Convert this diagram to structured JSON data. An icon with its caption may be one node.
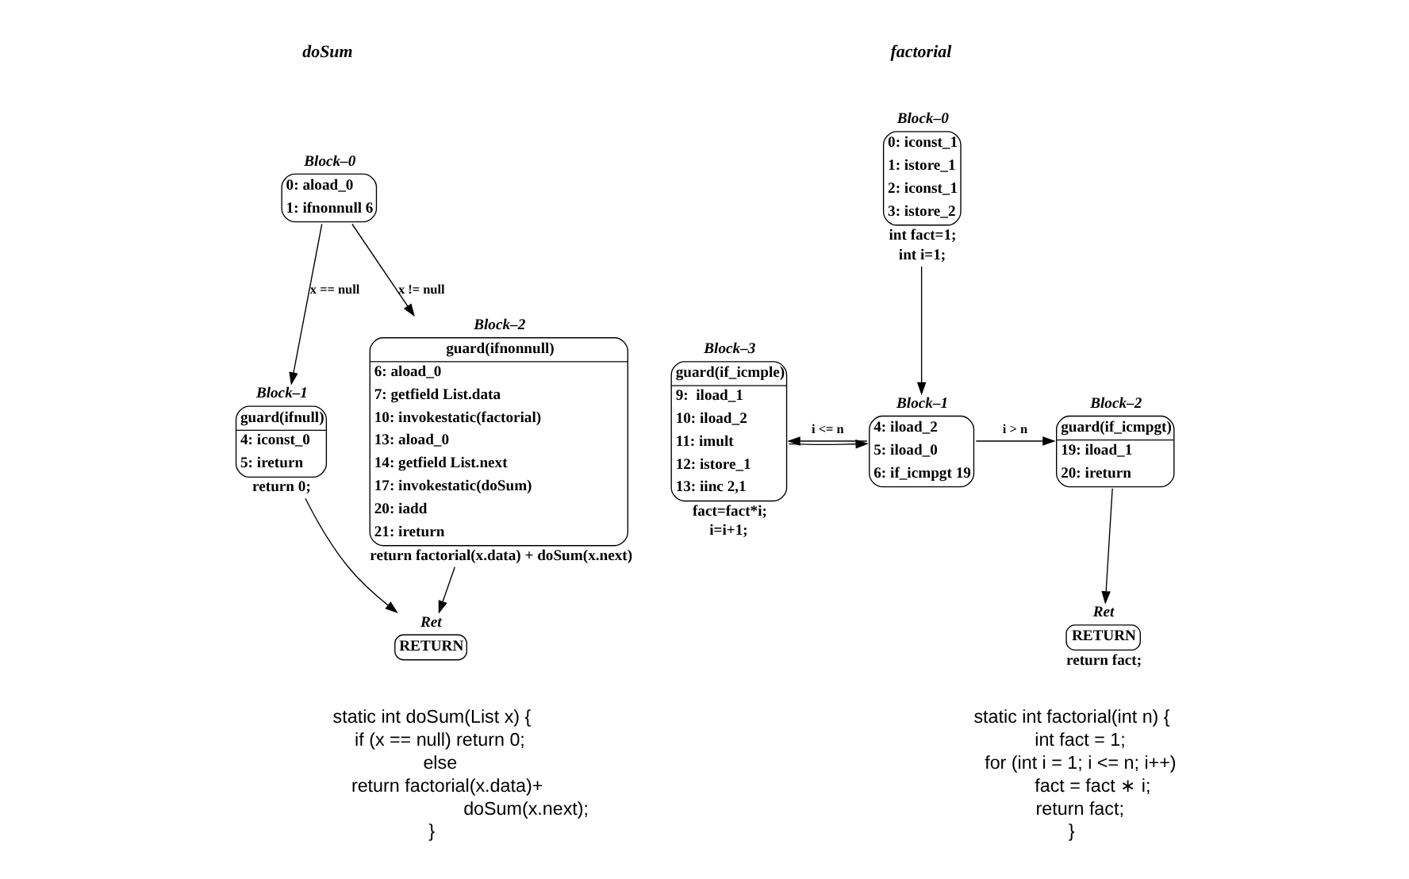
{
  "diagram": {
    "nodes": [
      {
        "text": [
          "Block–0",
          "0: aload_0",
          "1: ifnonnull 6"
        ]
      },
      {
        "text": [
          "Block–1",
          "guard(ifnull)",
          "4: iconst_0",
          "5: ireturn"
        ],
        "beside": [
          "return 0;"
        ]
      },
      {
        "text": [
          "Block–2",
          "guard(ifnonnull)",
          "6: aload_0",
          "7: getfield List.data",
          "10: invokestatic(factorial)",
          "13: aload_0",
          "14: getfield List.next",
          "17: invokestatic(doSum)",
          "20: iadd",
          "21: ireturn"
        ],
        "beside": [
          "return factorial(x.data) + doSum(x.next)"
        ]
      },
      {
        "text": [
          "Ret",
          "RETURN"
        ]
      },
      {
        "text": [
          "Block–0",
          "0: iconst_1",
          "1: istore_1",
          "2: iconst_1",
          "3: istore_2"
        ],
        "beside": [
          "int fact=1;",
          "int i=1;"
        ]
      },
      {
        "text": [
          "Block–1",
          "4: iload_2",
          "5: iload_0",
          "6: if_icmpgt 19"
        ]
      },
      {
        "text": [
          "Block–2",
          "guard(if_icmpgt)",
          "19: iload_1",
          "20: ireturn"
        ]
      },
      {
        "text": [
          "Block–3",
          "guard(if_icmple)",
          "9:  iload_1",
          "10: iload_2",
          "11: imult",
          "12: istore_1",
          "13: iinc 2,1"
        ],
        "beside": [
          "fact=fact*i;",
          "i=i+1;"
        ]
      },
      {
        "text": [
          "Ret",
          "RETURN"
        ],
        "beside": [
          "return fact;"
        ]
      }
    ],
    "edges": [
      {
        "from": 0,
        "to": 1,
        "arrow": "to",
        "label": "x == null"
      },
      {
        "from": 0,
        "to": 2,
        "arrow": "to",
        "label": "x != null"
      },
      {
        "from": 1,
        "to": 3,
        "arrow": "to"
      },
      {
        "from": 2,
        "to": 3,
        "arrow": "to"
      },
      {
        "from": 4,
        "to": 5,
        "arrow": "to"
      },
      {
        "from": 5,
        "to": 7,
        "arrow": "to",
        "label": "i <= n"
      },
      {
        "from": 7,
        "to": 5,
        "arrow": "to"
      },
      {
        "from": 5,
        "to": 6,
        "arrow": "to",
        "label": "i > n"
      },
      {
        "from": 6,
        "to": 8,
        "arrow": "to"
      }
    ],
    "labels": [
      "doSum",
      "factorial",
      "static int doSum(List x) {",
      "if (x == null) return 0;",
      "else",
      "return factorial(x.data)+",
      "doSum(x.next);",
      "}",
      "static int factorial(int n) {",
      "int fact = 1;",
      "for (int i = 1; i <= n; i++)",
      "fact = fact ∗ i;",
      "return fact;",
      "}"
    ]
  }
}
